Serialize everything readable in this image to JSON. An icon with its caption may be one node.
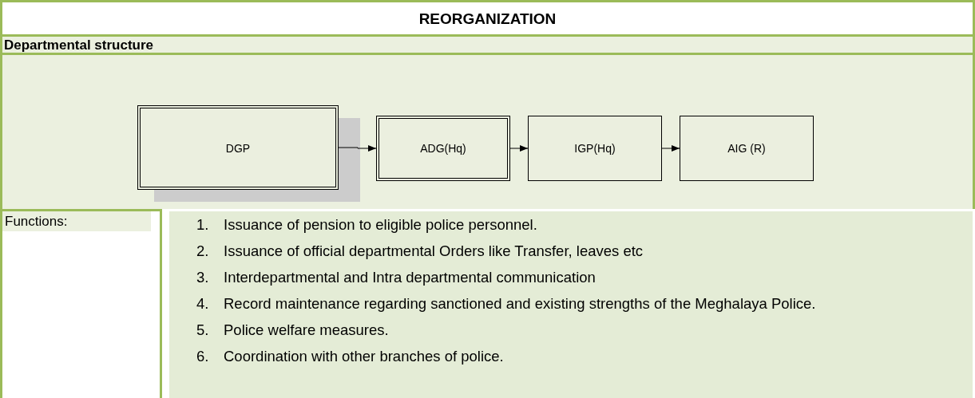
{
  "diagram": {
    "title": "REORGANIZATION",
    "nodes": [
      {
        "text": [
          "DGP"
        ]
      },
      {
        "text": [
          "ADG(Hq)"
        ]
      },
      {
        "text": [
          "IGP(Hq)"
        ]
      },
      {
        "text": [
          "AIG (R)"
        ]
      }
    ],
    "edges": [
      {
        "from": 0,
        "to": 1,
        "arrow": "to"
      },
      {
        "from": 1,
        "to": 2,
        "arrow": "to"
      },
      {
        "from": 2,
        "to": 3,
        "arrow": "to"
      }
    ],
    "labels": [
      "Departmental structure",
      "Functions:",
      "1.",
      "Issuance of pension to eligible police personnel.",
      "2.",
      "Issuance of official departmental Orders like Transfer, leaves etc",
      "3.",
      "Interdepartmental and Intra departmental communication",
      "4.",
      "Record maintenance regarding sanctioned and existing strengths of the Meghalaya Police.",
      "5.",
      "Police welfare measures.",
      "6.",
      "Coordination with other branches of police."
    ]
  }
}
